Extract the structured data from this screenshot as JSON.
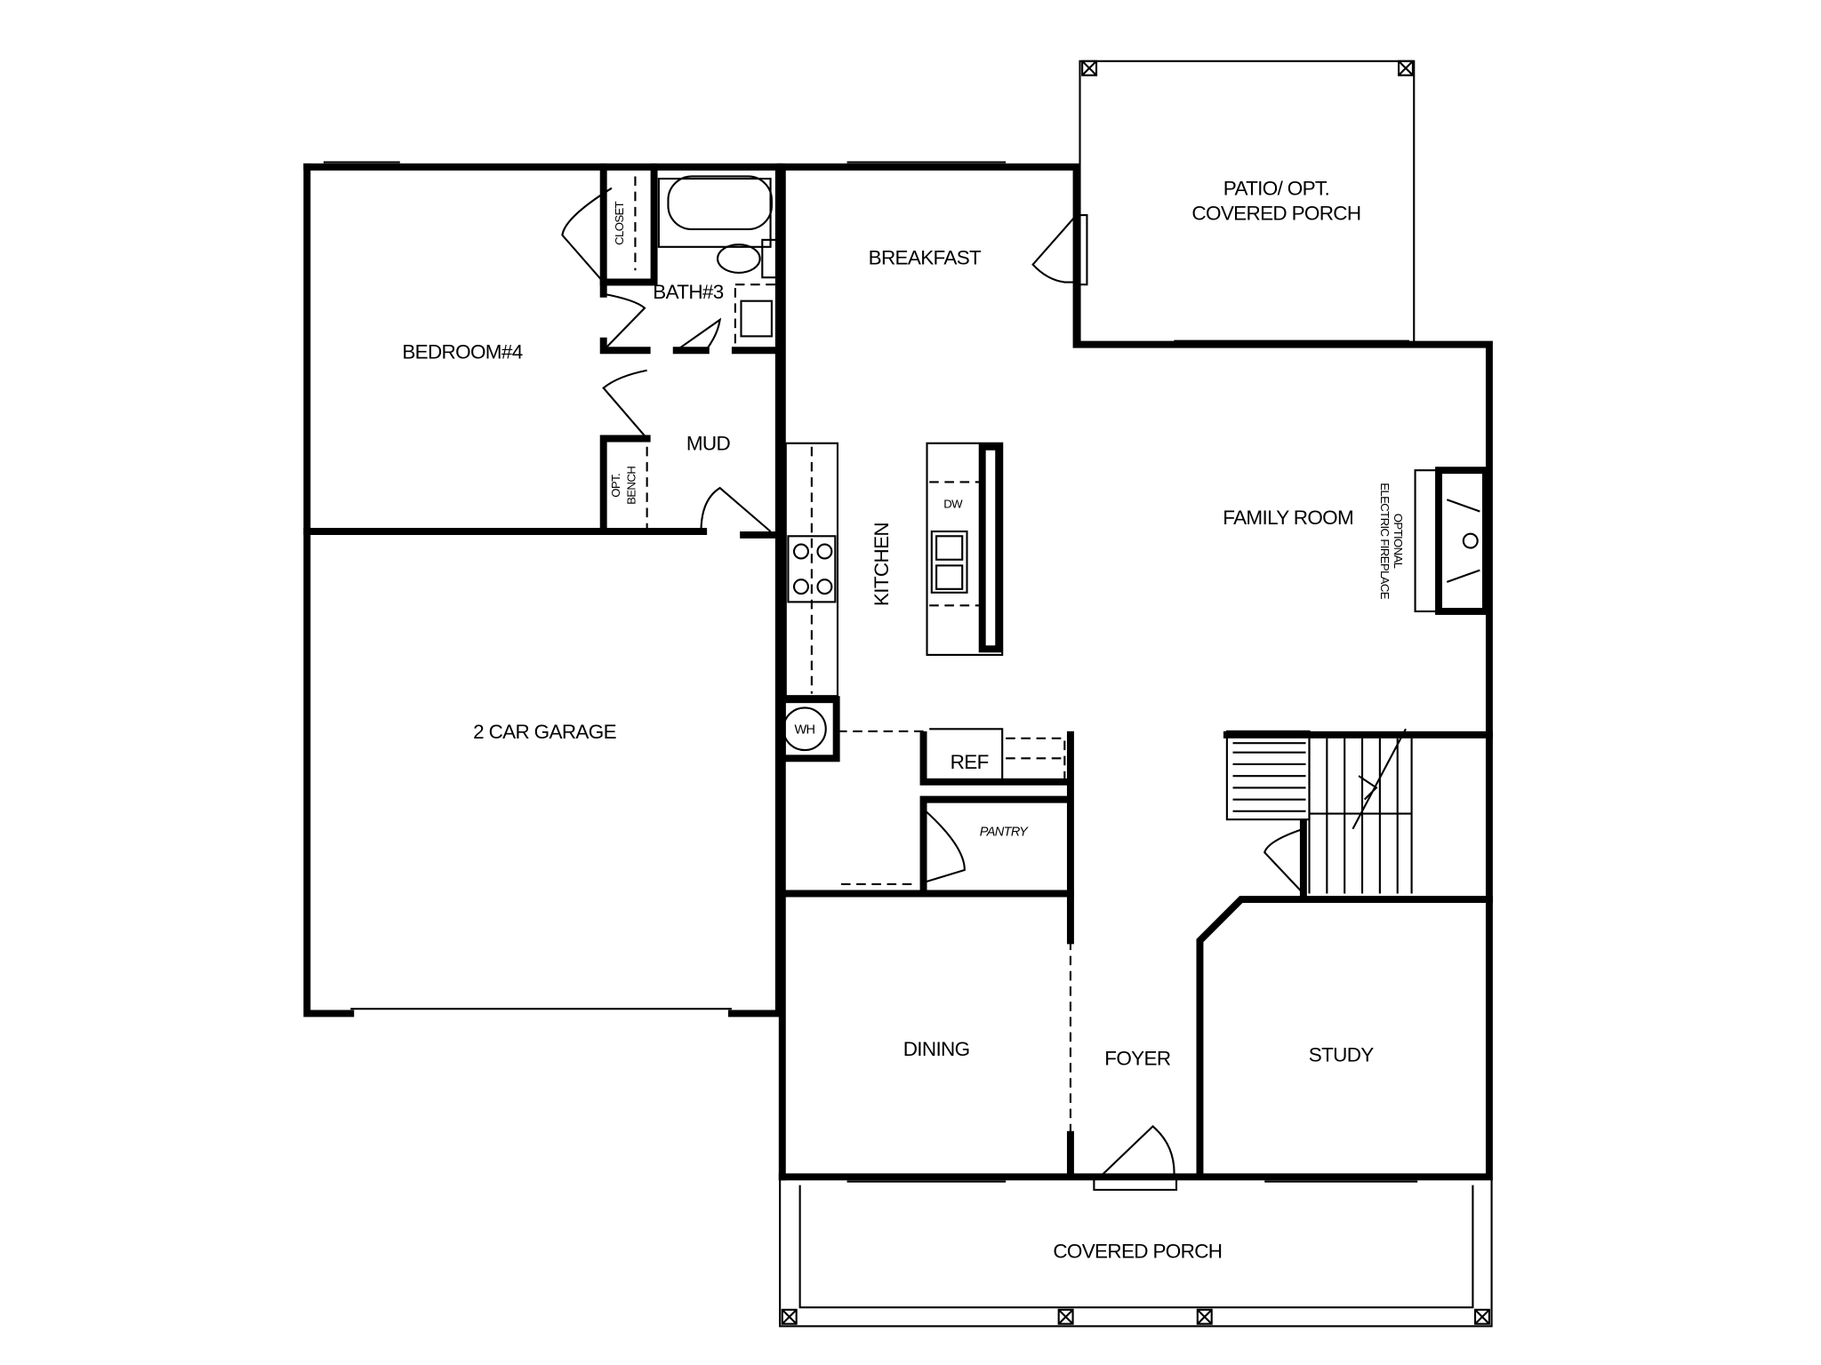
{
  "rooms": {
    "patio": [
      "PATIO/ OPT.",
      "COVERED PORCH"
    ],
    "breakfast": "BREAKFAST",
    "bedroom4": "BEDROOM#4",
    "closet": "CLOSET",
    "bath3": "BATH#3",
    "mud": "MUD",
    "bench": [
      "OPT.",
      "BENCH"
    ],
    "kitchen": "KITCHEN",
    "family_room": "FAMILY ROOM",
    "fireplace": [
      "OPTIONAL",
      "ELECTRIC FIREPLACE"
    ],
    "garage": "2 CAR GARAGE",
    "wh": "WH",
    "ref": "REF",
    "pantry": "PANTRY",
    "dw": "DW",
    "dining": "DINING",
    "foyer": "FOYER",
    "study": "STUDY",
    "covered_porch": "COVERED PORCH"
  }
}
